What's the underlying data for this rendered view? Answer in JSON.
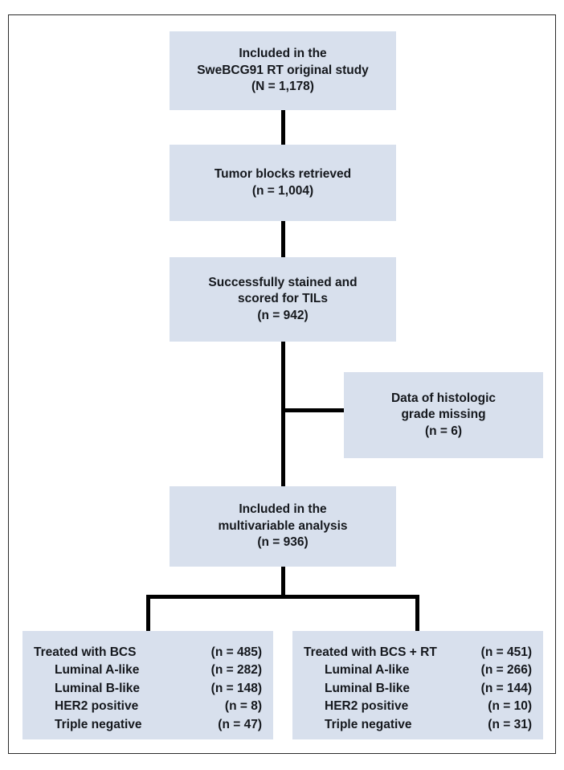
{
  "figure": {
    "type": "flowchart",
    "colors": {
      "node_fill": "#d8e0ed",
      "text": "#15181d",
      "connector": "#000000",
      "frame_border": "#2b2b2b"
    }
  },
  "nodes": {
    "original": {
      "lines": [
        "Included in the",
        "SweBCG91 RT original study",
        "(N = 1,178)"
      ]
    },
    "blocks": {
      "lines": [
        "Tumor blocks retrieved",
        "(n = 1,004)"
      ]
    },
    "stained": {
      "lines": [
        "Successfully stained and",
        "scored for TILs",
        "(n = 942)"
      ]
    },
    "excluded": {
      "lines": [
        "Data of histologic",
        "grade missing",
        "(n = 6)"
      ]
    },
    "included": {
      "lines": [
        "Included in the",
        "multivariable analysis",
        "(n = 936)"
      ]
    }
  },
  "groups": [
    {
      "name": "bcs",
      "rows": [
        {
          "label": "Treated with BCS",
          "count": "(n = 485)",
          "indent": false
        },
        {
          "label": "Luminal A-like",
          "count": "(n = 282)",
          "indent": true
        },
        {
          "label": "Luminal B-like",
          "count": "(n = 148)",
          "indent": true
        },
        {
          "label": "HER2 positive",
          "count": "(n = 8)",
          "indent": true
        },
        {
          "label": "Triple negative",
          "count": "(n = 47)",
          "indent": true
        }
      ]
    },
    {
      "name": "bcsrt",
      "rows": [
        {
          "label": "Treated with BCS + RT",
          "count": "(n = 451)",
          "indent": false
        },
        {
          "label": "Luminal A-like",
          "count": "(n = 266)",
          "indent": true
        },
        {
          "label": "Luminal B-like",
          "count": "(n = 144)",
          "indent": true
        },
        {
          "label": "HER2 positive",
          "count": "(n = 10)",
          "indent": true
        },
        {
          "label": "Triple negative",
          "count": "(n = 31)",
          "indent": true
        }
      ]
    }
  ]
}
